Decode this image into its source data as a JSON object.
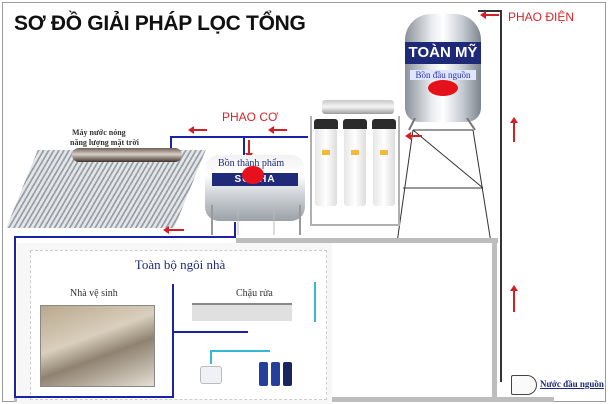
{
  "diagram": {
    "title": "SƠ ĐỒ GIẢI PHÁP LỌC TỔNG",
    "labels": {
      "float_electric": "PHAO ĐIỆN",
      "float_mechanical": "PHAO CƠ",
      "source_tank_brand": "TOÀN MỸ",
      "source_tank_label": "Bồn đầu nguồn",
      "product_tank_label": "Bồn thành phẩm",
      "product_tank_brand": "SONHA",
      "solar_heater_line1": "Máy nước nóng",
      "solar_heater_line2": "năng lượng mặt trời",
      "house_title": "Toàn bộ ngôi nhà",
      "bathroom_label": "Nhà vệ sinh",
      "sink_label": "Chậu rửa",
      "source_water_label": "Nước đầu nguồn"
    },
    "colors": {
      "arrow": "#d21f26",
      "pipe": "#1a22a8",
      "label_red": "#d7262a",
      "tank_band": "#1e2a78"
    }
  }
}
